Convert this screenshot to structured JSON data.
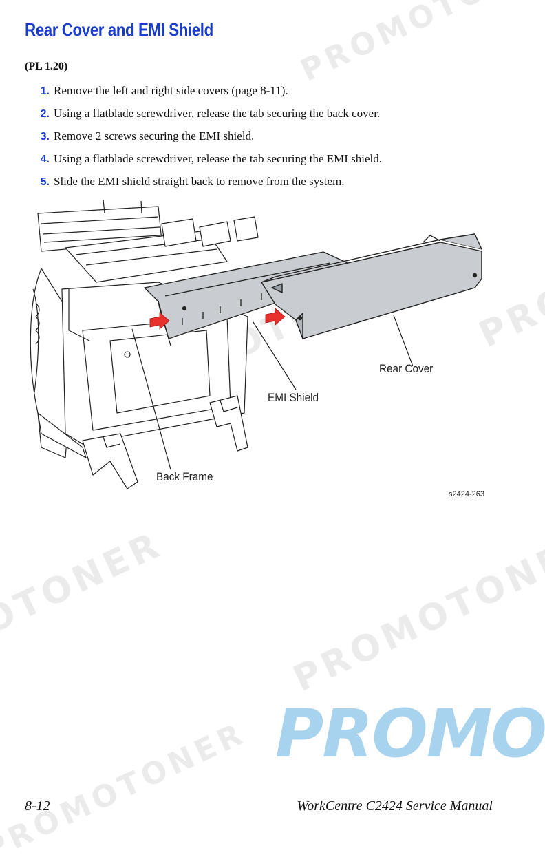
{
  "page": {
    "title": "Rear Cover and EMI Shield",
    "parts_list_ref": "(PL 1.20)"
  },
  "steps": [
    {
      "number": "1.",
      "text": "Remove the left and right side covers (page 8-11)."
    },
    {
      "number": "2.",
      "text": "Using a flatblade screwdriver, release the tab securing the back cover."
    },
    {
      "number": "3.",
      "text": "Remove 2 screws securing the EMI shield."
    },
    {
      "number": "4.",
      "text": "Using a flatblade screwdriver, release the tab securing the EMI shield."
    },
    {
      "number": "5.",
      "text": "Slide the EMI shield straight back to remove from the system."
    }
  ],
  "figure": {
    "callouts": {
      "rear_cover": "Rear Cover",
      "emi_shield": "EMI Shield",
      "back_frame": "Back Frame"
    },
    "figure_id": "s2424-263",
    "arrow_color": "#e8302c",
    "cover_fill": "#c9cdd2"
  },
  "watermarks": {
    "text": "PROMOTONER",
    "brand": "PROMOTONER"
  },
  "footer": {
    "page_number": "8-12",
    "manual_title": "WorkCentre C2424 Service Manual"
  },
  "colors": {
    "heading": "#1a3ec8",
    "step_number": "#1a3ec8",
    "brand_watermark": "#a8d3ee"
  }
}
